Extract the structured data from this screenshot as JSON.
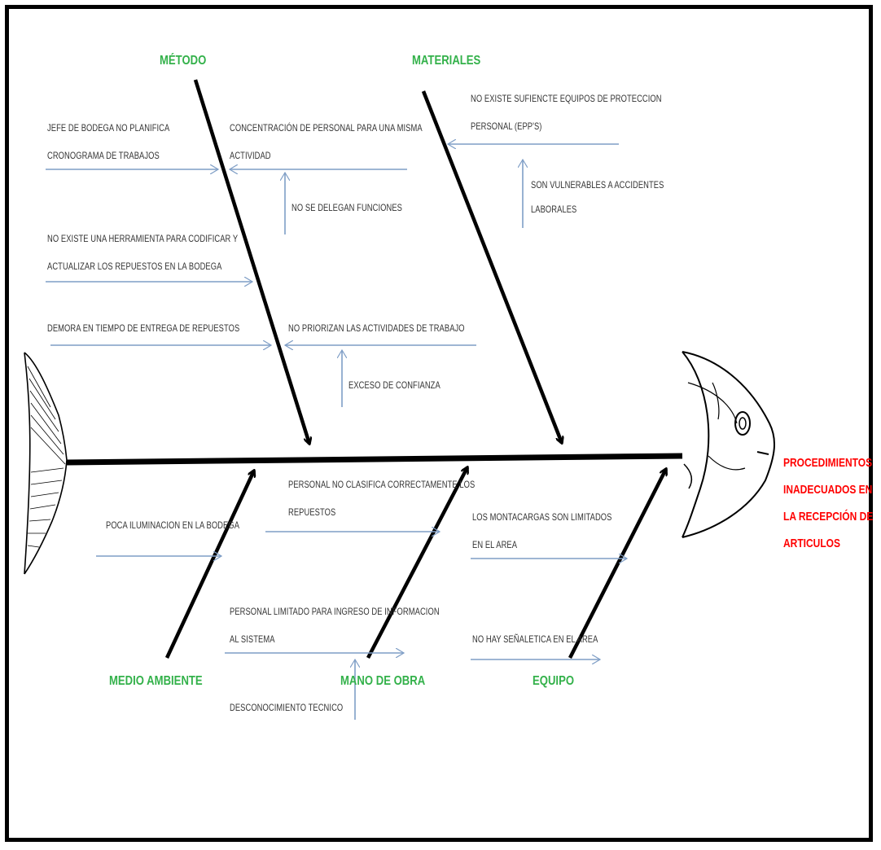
{
  "effect": {
    "lines": [
      "PROCEDIMIENTOS",
      "INADECUADOS EN",
      "LA RECEPCIÓN DE",
      "ARTICULOS"
    ],
    "color": "#ff0000"
  },
  "category_color": "#33b14a",
  "arrow_color": "#7f9ec6",
  "categories": {
    "metodo": "MÉTODO",
    "materiales": "MATERIALES",
    "medio_ambiente": "MEDIO AMBIENTE",
    "mano_de_obra": "MANO DE OBRA",
    "equipo": "EQUIPO"
  },
  "causes": {
    "metodo": {
      "c1": [
        "JEFE DE BODEGA NO PLANIFICA",
        "CRONOGRAMA DE TRABAJOS"
      ],
      "c2": [
        "CONCENTRACIÓN DE PERSONAL PARA UNA MISMA",
        "ACTIVIDAD"
      ],
      "c3": "NO SE DELEGAN FUNCIONES",
      "c4": [
        "NO EXISTE UNA HERRAMIENTA PARA CODIFICAR Y",
        "ACTUALIZAR LOS REPUESTOS EN LA BODEGA"
      ],
      "c5": "DEMORA EN TIEMPO DE ENTREGA DE REPUESTOS",
      "c6": "NO PRIORIZAN LAS ACTIVIDADES DE TRABAJO",
      "c7": "EXCESO DE CONFIANZA"
    },
    "materiales": {
      "c1": [
        "NO EXISTE SUFIENCTE EQUIPOS DE PROTECCION",
        "PERSONAL (EPP'S)"
      ],
      "c2": [
        "SON VULNERABLES A ACCIDENTES",
        "LABORALES"
      ]
    },
    "medio_ambiente": {
      "c1": "POCA ILUMINACION EN LA BODEGA"
    },
    "mano_de_obra": {
      "c1": [
        "PERSONAL NO CLASIFICA CORRECTAMENTE LOS",
        "REPUESTOS"
      ],
      "c2": [
        "PERSONAL LIMITADO PARA INGRESO DE INFORMACION",
        "AL SISTEMA"
      ],
      "c3": "DESCONOCIMIENTO TECNICO"
    },
    "equipo": {
      "c1": [
        "LOS MONTACARGAS SON LIMITADOS",
        "EN EL AREA"
      ],
      "c2": "NO HAY SEÑALETICA EN EL AREA"
    }
  }
}
